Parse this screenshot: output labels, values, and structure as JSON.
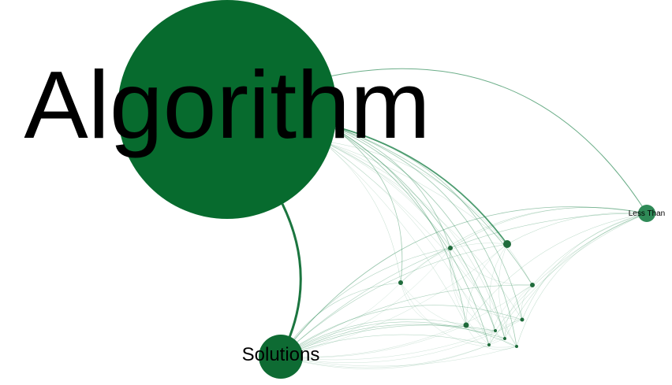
{
  "graph": {
    "colors": {
      "background": "#ffffff",
      "node_main": "#076b2e",
      "node_solutions": "#0e6b33",
      "node_less_than": "#2f8a57",
      "node_small": "#1f6b3b",
      "edge": "#2e8b57",
      "edge_strong": "#0f6e35",
      "label": "#000000"
    },
    "nodes": [
      {
        "id": "algorithm",
        "label": "Algorithm",
        "weight": "largest"
      },
      {
        "id": "solutions",
        "label": "Solutions",
        "weight": "large"
      },
      {
        "id": "less_than",
        "label": "Less Than",
        "weight": "medium"
      },
      {
        "id": "n1",
        "label": "",
        "weight": "small"
      },
      {
        "id": "n2",
        "label": "",
        "weight": "small"
      },
      {
        "id": "n3",
        "label": "",
        "weight": "small"
      },
      {
        "id": "n4",
        "label": "",
        "weight": "small"
      },
      {
        "id": "n5",
        "label": "",
        "weight": "small"
      },
      {
        "id": "n6",
        "label": "",
        "weight": "small"
      },
      {
        "id": "n7",
        "label": "",
        "weight": "small"
      },
      {
        "id": "n8",
        "label": "",
        "weight": "small"
      },
      {
        "id": "n9",
        "label": "",
        "weight": "small"
      },
      {
        "id": "n10",
        "label": "",
        "weight": "small"
      }
    ]
  }
}
